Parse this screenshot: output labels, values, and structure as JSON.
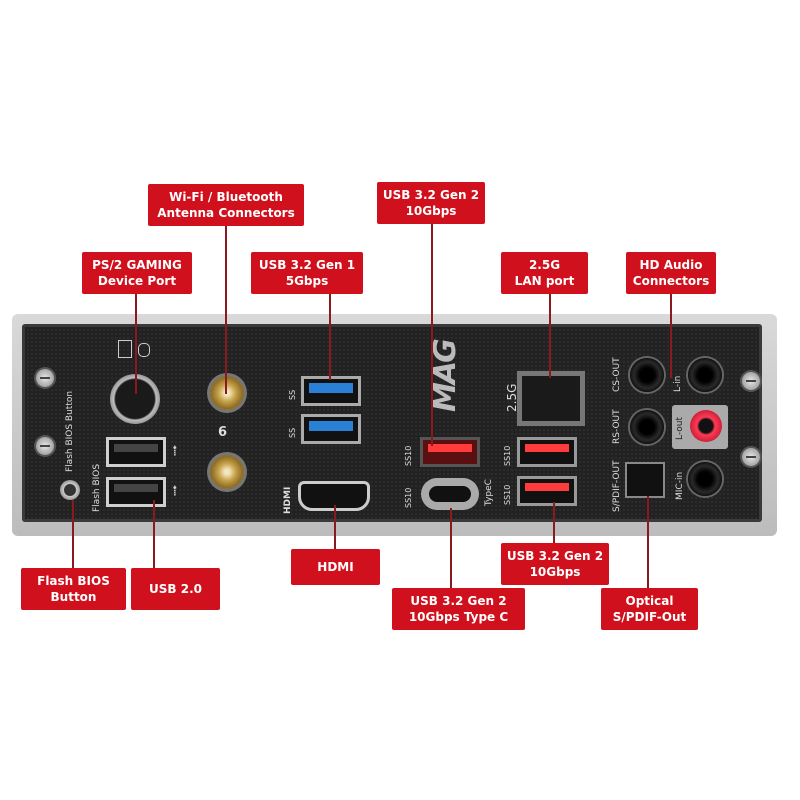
{
  "labels": {
    "wifi": {
      "line1": "Wi-Fi / Bluetooth",
      "line2": "Antenna Connectors"
    },
    "ps2": {
      "line1": "PS/2 GAMING",
      "line2": "Device Port"
    },
    "usb_gen1": {
      "line1": "USB 3.2 Gen 1",
      "line2": "5Gbps"
    },
    "usb_gen2_top": {
      "line1": "USB 3.2 Gen 2",
      "line2": "10Gbps"
    },
    "lan": {
      "line1": "2.5G",
      "line2": "LAN port"
    },
    "hd_audio": {
      "line1": "HD Audio",
      "line2": "Connectors"
    },
    "flash_bios": {
      "line1": "Flash BIOS",
      "line2": "Button"
    },
    "usb2": {
      "line1": "USB 2.0"
    },
    "hdmi": {
      "line1": "HDMI"
    },
    "usb_gen2_bottom": {
      "line1": "USB 3.2 Gen 2",
      "line2": "10Gbps"
    },
    "usb_typec": {
      "line1": "USB 3.2 Gen 2",
      "line2": "10Gbps Type C"
    },
    "optical": {
      "line1": "Optical",
      "line2": "S/PDIF-Out"
    }
  },
  "panel": {
    "flash_bios_button_text": "Flash BIOS Button",
    "flash_bios_text": "Flash BIOS",
    "hdmi_text": "HDMI",
    "brand_text": "MAG",
    "lan_speed_text": "2.5G",
    "typec_text": "TypeC",
    "cs_out": "CS-OUT",
    "rs_out": "RS-OUT",
    "spdif_out": "S/PDIF-OUT",
    "l_in": "L-in",
    "l_out": "L-out",
    "mic_in": "MIC-in",
    "ss_logo": "SS",
    "ss10_logo": "SS10",
    "wifi6_logo": "6"
  },
  "colors": {
    "label_red": "#d0101c",
    "usb3_blue": "#2a7fd6",
    "usb_gen2_red": "#ff3b3b",
    "plate_black": "#222222"
  }
}
